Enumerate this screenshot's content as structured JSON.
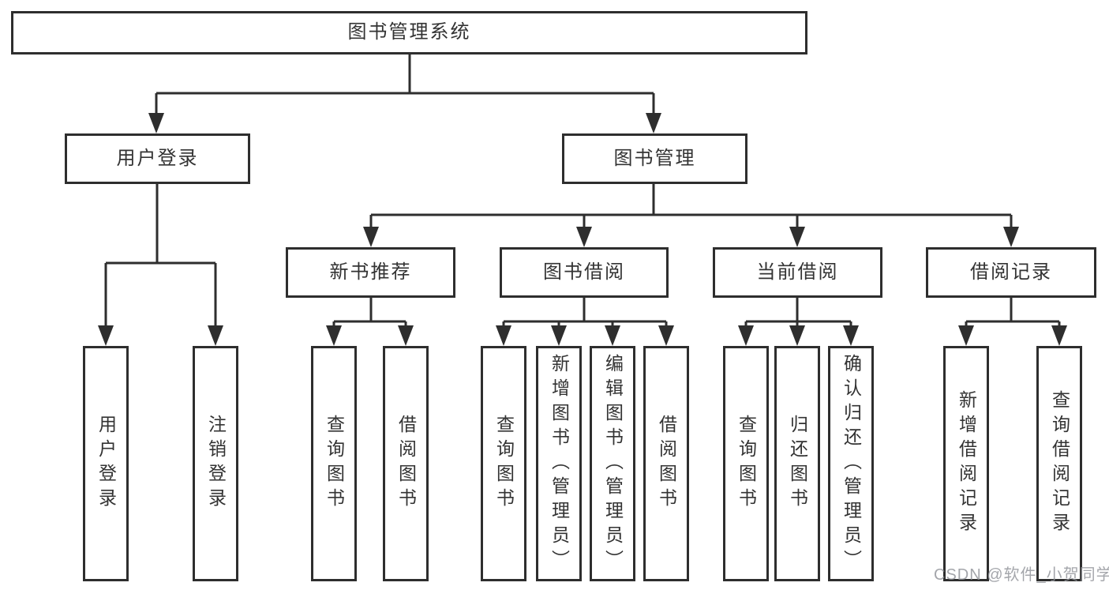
{
  "tree": {
    "title": "图书管理系统",
    "children": [
      {
        "label": "用户登录",
        "children": [
          {
            "label": "用户登录"
          },
          {
            "label": "注销登录"
          }
        ]
      },
      {
        "label": "图书管理",
        "children": [
          {
            "label": "新书推荐",
            "children": [
              {
                "label": "查询图书"
              },
              {
                "label": "借阅图书"
              }
            ]
          },
          {
            "label": "图书借阅",
            "children": [
              {
                "label": "查询图书"
              },
              {
                "label": "新增图书（管理员）"
              },
              {
                "label": "编辑图书（管理员）"
              },
              {
                "label": "借阅图书"
              }
            ]
          },
          {
            "label": "当前借阅",
            "children": [
              {
                "label": "查询图书"
              },
              {
                "label": "归还图书"
              },
              {
                "label": "确认归还（管理员）"
              }
            ]
          },
          {
            "label": "借阅记录",
            "children": [
              {
                "label": "新增借阅记录"
              },
              {
                "label": "查询借阅记录"
              }
            ]
          }
        ]
      }
    ]
  },
  "watermark": {
    "text": "CSDN @软件_小贺同学"
  },
  "colors": {
    "line": "#2e2e2e",
    "text": "#333333",
    "background": "#ffffff",
    "watermark": "#909298"
  }
}
